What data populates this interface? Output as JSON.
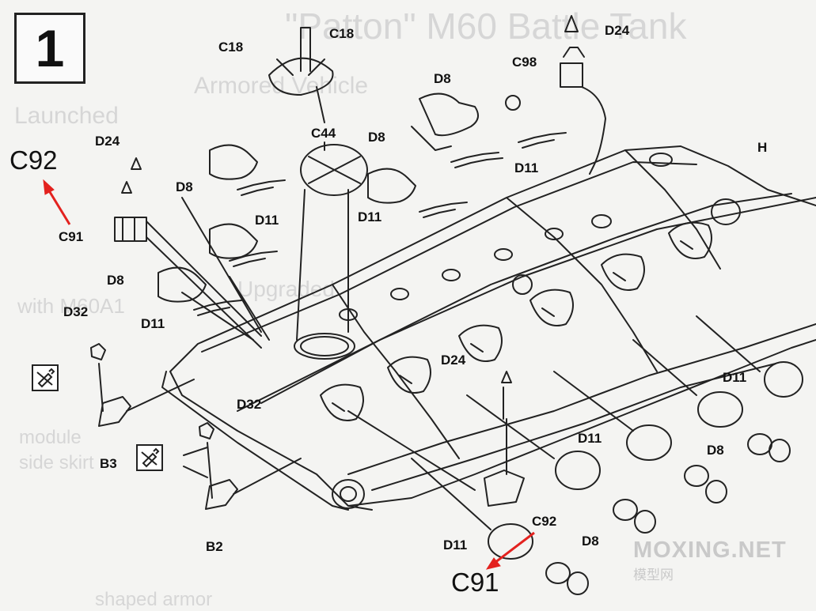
{
  "step_number": "1",
  "background_text": {
    "title": "\"Patton\" M60 Battle Tank",
    "lines": [
      "Armored Vehicle",
      "Launched",
      "Upgraded",
      "with M60A1",
      "module",
      "side skirt",
      "shaped armor"
    ]
  },
  "labels": {
    "C18_a": "C18",
    "C18_b": "C18",
    "D24_top": "D24",
    "C98": "C98",
    "D8_top_mid": "D8",
    "D8_top_right": "D8",
    "D8_left": "D8",
    "D8_left_low": "D8",
    "C44": "C44",
    "D24_left": "D24",
    "D11_top_right": "D11",
    "D11_mid": "D11",
    "D11_left": "D11",
    "D11_left_low": "D11",
    "H": "H",
    "C91_label": "C91",
    "D32_left": "D32",
    "D32_mid": "D32",
    "B3": "B3",
    "B2": "B2",
    "D24_mid": "D24",
    "D11_right": "D11",
    "D11_right_mid": "D11",
    "D11_bottom": "D11",
    "D8_right": "D8",
    "D8_bottom": "D8",
    "C92_label": "C92"
  },
  "callouts": {
    "c92": "C92",
    "c91": "C91"
  },
  "icons": {
    "glue_icon_1": "glue-tube-icon",
    "glue_icon_2": "glue-tube-icon"
  },
  "watermark": {
    "main": "MOXING.NET",
    "sub": "模型网"
  },
  "colors": {
    "accent_arrow": "#e3221f",
    "line": "#222222",
    "ghost": "#d6d6d6",
    "watermark": "#c9c9c9"
  }
}
